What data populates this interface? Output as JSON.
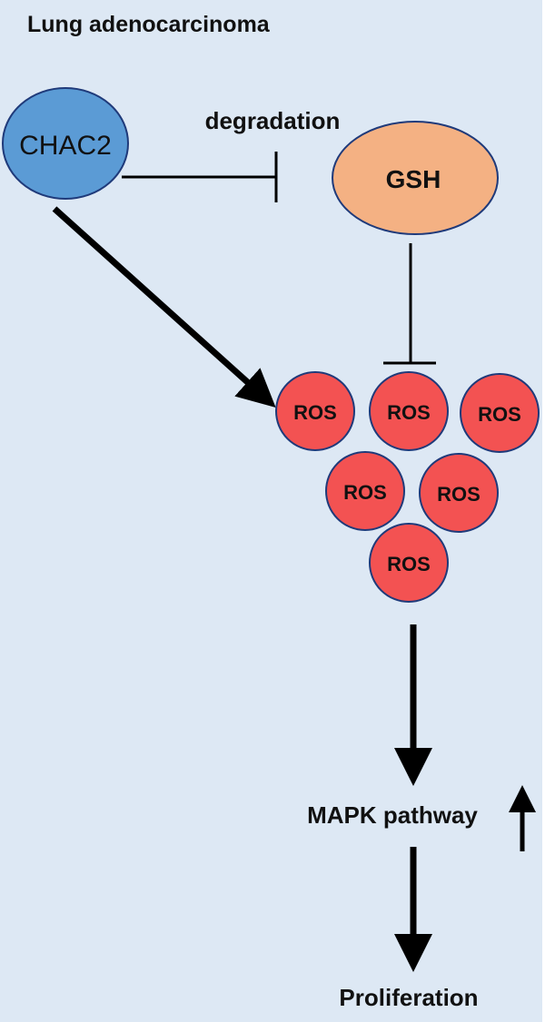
{
  "title": "Lung adenocarcinoma",
  "nodes": {
    "chac2": "CHAC2",
    "gsh": "GSH",
    "ros": [
      "ROS",
      "ROS",
      "ROS",
      "ROS",
      "ROS",
      "ROS"
    ],
    "mapk": "MAPK pathway",
    "proliferation": "Proliferation"
  },
  "edges": {
    "degradation_label": "degradation"
  },
  "colors": {
    "background": "#dde8f4",
    "chac2": "#5b9bd5",
    "gsh": "#f4b183",
    "ros": "#f35252",
    "outline": "#1f3a7a"
  }
}
